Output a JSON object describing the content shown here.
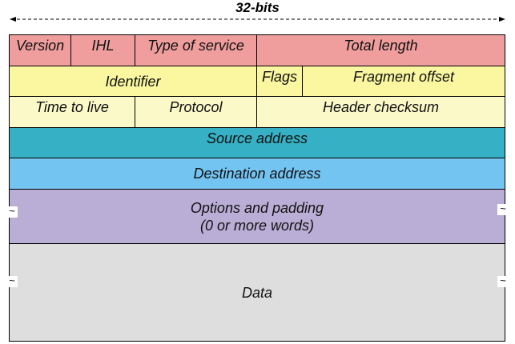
{
  "title": "32-bits",
  "colors": {
    "row1": "#ef9d9d",
    "row2": "#faf7a0",
    "row3": "#fbf9c8",
    "source": "#36b0c4",
    "destination": "#74c4f2",
    "options": "#baaed6",
    "data": "#dedede"
  },
  "fields": {
    "version": "Version",
    "ihl": "IHL",
    "type_of_service": "Type of service",
    "total_length": "Total length",
    "identifier": "Identifier",
    "flags": "Flags",
    "fragment_offset": "Fragment offset",
    "time_to_live": "Time to live",
    "protocol": "Protocol",
    "header_checksum": "Header checksum",
    "source_address": "Source address",
    "destination_address": "Destination address",
    "options_line1": "Options and padding",
    "options_line2": "(0 or more words)",
    "data": "Data"
  },
  "break_symbol": "~"
}
